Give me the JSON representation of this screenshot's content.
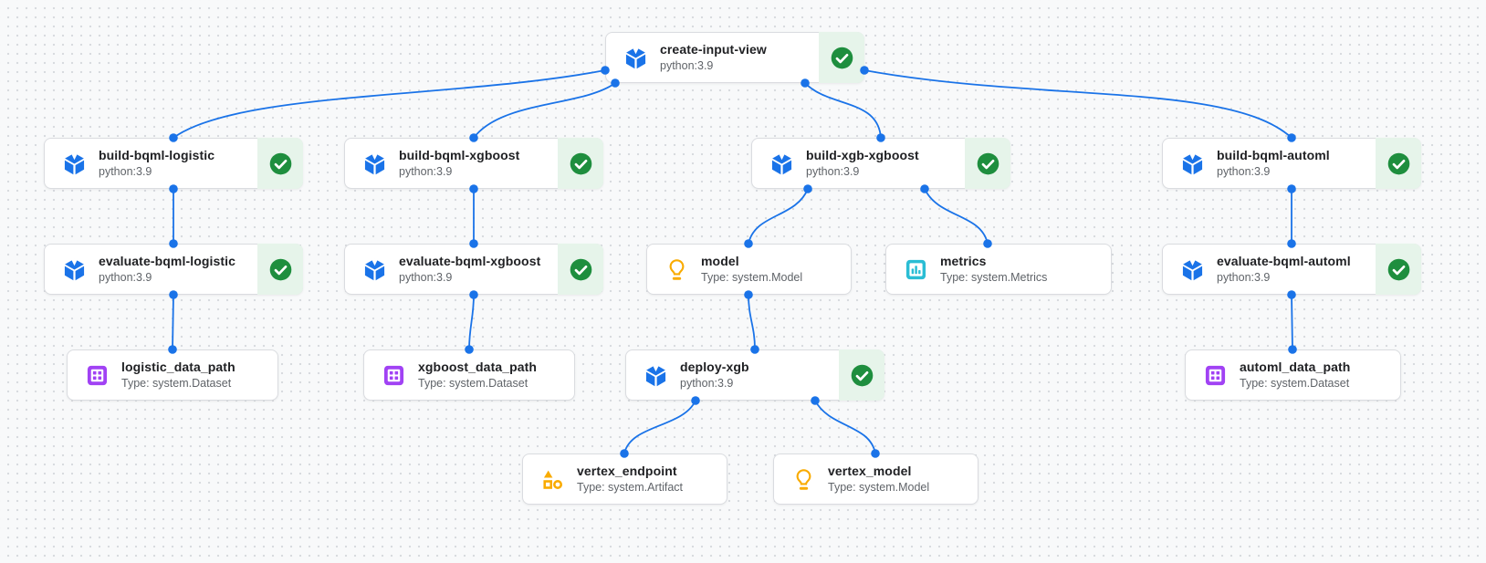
{
  "canvas": {
    "background_color": "#f8f9fa",
    "grid_dot_color": "#d8dbdf"
  },
  "colors": {
    "edge_blue": "#1a73e8",
    "node_border": "#dadce0",
    "node_background": "#ffffff",
    "status_background": "#e6f4ea",
    "status_green": "#1e8e3e",
    "title_text": "#202124",
    "subtitle_text": "#5f6368",
    "component_blue": "#1a73e8",
    "dataset_purple": "#a142f4",
    "model_yellow": "#f9ab00",
    "metrics_cyan": "#2abdd4"
  },
  "nodes": [
    {
      "id": "create-input-view",
      "title": "create-input-view",
      "subtitle": "python:3.9",
      "kind": "execution",
      "icon": "component-cube-icon",
      "status": "succeeded"
    },
    {
      "id": "build-bqml-logistic",
      "title": "build-bqml-logistic",
      "subtitle": "python:3.9",
      "kind": "execution",
      "icon": "component-cube-icon",
      "status": "succeeded"
    },
    {
      "id": "build-bqml-xgboost",
      "title": "build-bqml-xgboost",
      "subtitle": "python:3.9",
      "kind": "execution",
      "icon": "component-cube-icon",
      "status": "succeeded"
    },
    {
      "id": "build-xgb-xgboost",
      "title": "build-xgb-xgboost",
      "subtitle": "python:3.9",
      "kind": "execution",
      "icon": "component-cube-icon",
      "status": "succeeded"
    },
    {
      "id": "build-bqml-automl",
      "title": "build-bqml-automl",
      "subtitle": "python:3.9",
      "kind": "execution",
      "icon": "component-cube-icon",
      "status": "succeeded"
    },
    {
      "id": "evaluate-bqml-logistic",
      "title": "evaluate-bqml-logistic",
      "subtitle": "python:3.9",
      "kind": "execution",
      "icon": "component-cube-icon",
      "status": "succeeded"
    },
    {
      "id": "evaluate-bqml-xgboost",
      "title": "evaluate-bqml-xgboost",
      "subtitle": "python:3.9",
      "kind": "execution",
      "icon": "component-cube-icon",
      "status": "succeeded"
    },
    {
      "id": "model",
      "title": "model",
      "subtitle": "Type: system.Model",
      "kind": "artifact",
      "icon": "model-lightbulb-icon"
    },
    {
      "id": "metrics",
      "title": "metrics",
      "subtitle": "Type: system.Metrics",
      "kind": "artifact",
      "icon": "metrics-chart-icon"
    },
    {
      "id": "evaluate-bqml-automl",
      "title": "evaluate-bqml-automl",
      "subtitle": "python:3.9",
      "kind": "execution",
      "icon": "component-cube-icon",
      "status": "succeeded"
    },
    {
      "id": "logistic_data_path",
      "title": "logistic_data_path",
      "subtitle": "Type: system.Dataset",
      "kind": "artifact",
      "icon": "dataset-grid-icon"
    },
    {
      "id": "xgboost_data_path",
      "title": "xgboost_data_path",
      "subtitle": "Type: system.Dataset",
      "kind": "artifact",
      "icon": "dataset-grid-icon"
    },
    {
      "id": "deploy-xgb",
      "title": "deploy-xgb",
      "subtitle": "python:3.9",
      "kind": "execution",
      "icon": "component-cube-icon",
      "status": "succeeded"
    },
    {
      "id": "automl_data_path",
      "title": "automl_data_path",
      "subtitle": "Type: system.Dataset",
      "kind": "artifact",
      "icon": "dataset-grid-icon"
    },
    {
      "id": "vertex_endpoint",
      "title": "vertex_endpoint",
      "subtitle": "Type: system.Artifact",
      "kind": "artifact",
      "icon": "artifact-shapes-icon"
    },
    {
      "id": "vertex_model",
      "title": "vertex_model",
      "subtitle": "Type: system.Model",
      "kind": "artifact",
      "icon": "model-lightbulb-icon"
    }
  ],
  "edges": [
    {
      "from": "create-input-view",
      "to": "build-bqml-logistic"
    },
    {
      "from": "create-input-view",
      "to": "build-bqml-xgboost"
    },
    {
      "from": "create-input-view",
      "to": "build-xgb-xgboost"
    },
    {
      "from": "create-input-view",
      "to": "build-bqml-automl"
    },
    {
      "from": "build-bqml-logistic",
      "to": "evaluate-bqml-logistic"
    },
    {
      "from": "evaluate-bqml-logistic",
      "to": "logistic_data_path"
    },
    {
      "from": "build-bqml-xgboost",
      "to": "evaluate-bqml-xgboost"
    },
    {
      "from": "evaluate-bqml-xgboost",
      "to": "xgboost_data_path"
    },
    {
      "from": "build-xgb-xgboost",
      "to": "model"
    },
    {
      "from": "build-xgb-xgboost",
      "to": "metrics"
    },
    {
      "from": "model",
      "to": "deploy-xgb"
    },
    {
      "from": "deploy-xgb",
      "to": "vertex_endpoint"
    },
    {
      "from": "deploy-xgb",
      "to": "vertex_model"
    },
    {
      "from": "build-bqml-automl",
      "to": "evaluate-bqml-automl"
    },
    {
      "from": "evaluate-bqml-automl",
      "to": "automl_data_path"
    }
  ]
}
